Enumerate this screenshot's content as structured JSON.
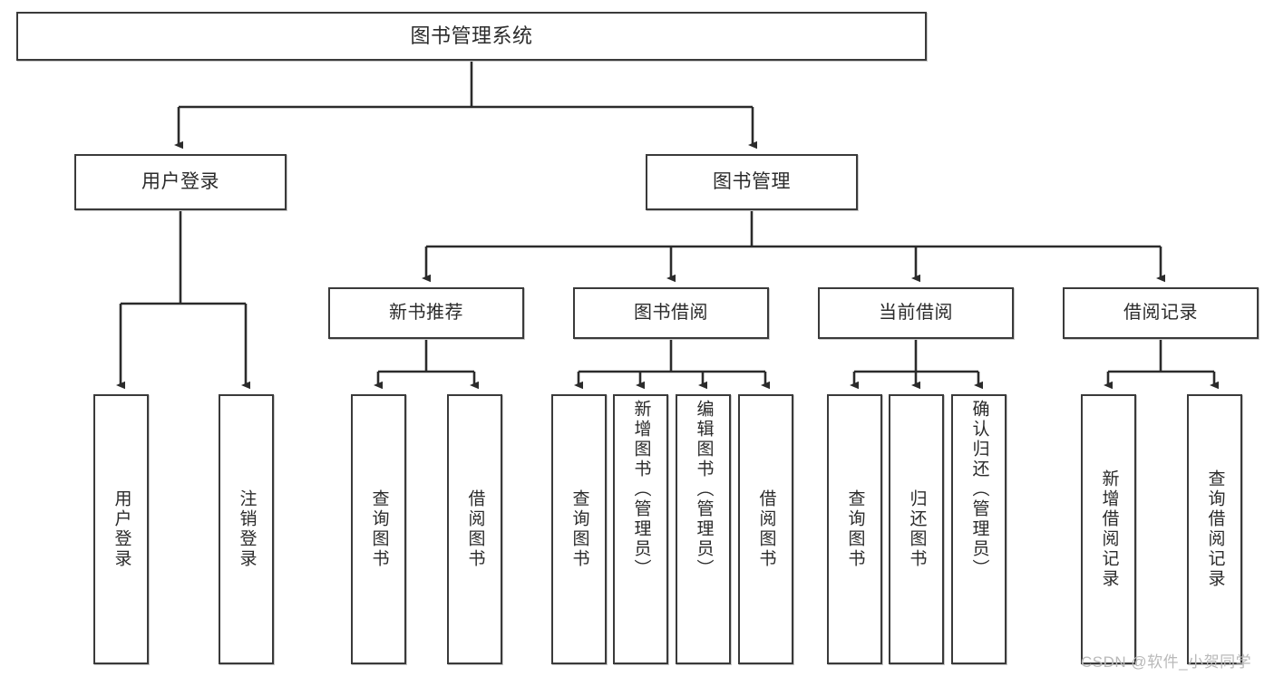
{
  "diagram": {
    "title": "图书管理系统",
    "type": "hierarchy-tree",
    "watermark": "CSDN @软件_小贺同学",
    "colors": {
      "box_border": "#3a3a3a",
      "box_fill": "#ffffff",
      "edge": "#2b2b2b",
      "text": "#2b2b2b",
      "watermark": "#b9b9b9",
      "background": "#ffffff"
    },
    "nodes": {
      "root": {
        "label": "图书管理系统"
      },
      "level1": [
        {
          "id": "user-login",
          "label": "用户登录"
        },
        {
          "id": "book-manage",
          "label": "图书管理"
        }
      ],
      "level2": [
        {
          "id": "new-book-recommend",
          "label": "新书推荐"
        },
        {
          "id": "book-borrow",
          "label": "图书借阅"
        },
        {
          "id": "current-borrow",
          "label": "当前借阅"
        },
        {
          "id": "borrow-record",
          "label": "借阅记录"
        }
      ],
      "leaves": {
        "user-login": [
          {
            "id": "leaf-user-login",
            "label": "用户登录"
          },
          {
            "id": "leaf-logout-login",
            "label": "注销登录"
          }
        ],
        "new-book-recommend": [
          {
            "id": "leaf-query-book-1",
            "label": "查询图书"
          },
          {
            "id": "leaf-borrow-book-1",
            "label": "借阅图书"
          }
        ],
        "book-borrow": [
          {
            "id": "leaf-query-book-2",
            "label": "查询图书"
          },
          {
            "id": "leaf-add-book-admin",
            "label": "新增图书（管理员）"
          },
          {
            "id": "leaf-edit-book-admin",
            "label": "编辑图书（管理员）"
          },
          {
            "id": "leaf-borrow-book-2",
            "label": "借阅图书"
          }
        ],
        "current-borrow": [
          {
            "id": "leaf-query-book-3",
            "label": "查询图书"
          },
          {
            "id": "leaf-return-book",
            "label": "归还图书"
          },
          {
            "id": "leaf-confirm-return-admin",
            "label": "确认归还（管理员）"
          }
        ],
        "borrow-record": [
          {
            "id": "leaf-add-borrow-record",
            "label": "新增借阅记录"
          },
          {
            "id": "leaf-query-borrow-record",
            "label": "查询借阅记录"
          }
        ]
      }
    }
  }
}
